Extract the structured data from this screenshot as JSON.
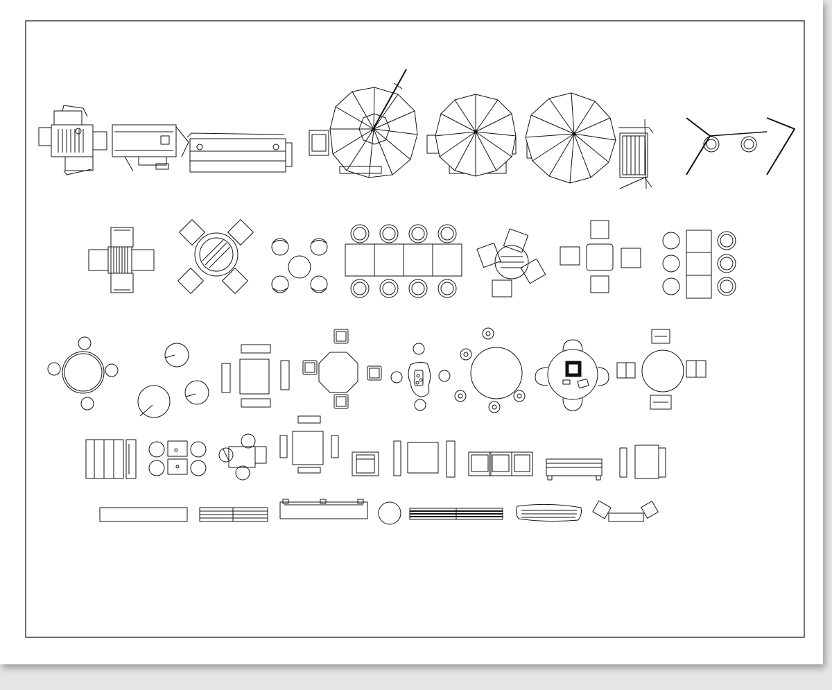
{
  "document": {
    "type": "cad-sheet",
    "title": "",
    "background_color": "#ffffff",
    "line_color": "#111111",
    "rows": [
      {
        "id": "row-1",
        "items": [
          "grill-cart",
          "kitchen-island",
          "bbq-counter",
          "umbrella-chair",
          "umbrella-1",
          "umbrella-2",
          "deck-chair",
          "swing-frame"
        ]
      },
      {
        "id": "row-2",
        "items": [
          "square-table-4",
          "round-table-4",
          "bistro-table-4",
          "long-table-8",
          "table-3-chairs",
          "square-table-4b",
          "table-6-chairs"
        ]
      },
      {
        "id": "row-3",
        "items": [
          "round-table-stools",
          "round-side-tables",
          "rect-table-benches",
          "octagon-table-4",
          "firepit-stools",
          "round-table-6",
          "round-table-firebowl",
          "round-table-4b"
        ]
      },
      {
        "id": "row-4",
        "items": [
          "bench-set",
          "bench-set-small",
          "bistro-set",
          "square-table-2",
          "lounge-chair",
          "table-2-benches",
          "sofa-3",
          "bench-backed",
          "table-2-seats"
        ]
      },
      {
        "id": "row-5",
        "items": [
          "bench-long",
          "bench-slatted",
          "planter-bench",
          "round-seat",
          "bench-dark",
          "log-bench",
          "bench-2-chairs"
        ]
      }
    ]
  }
}
